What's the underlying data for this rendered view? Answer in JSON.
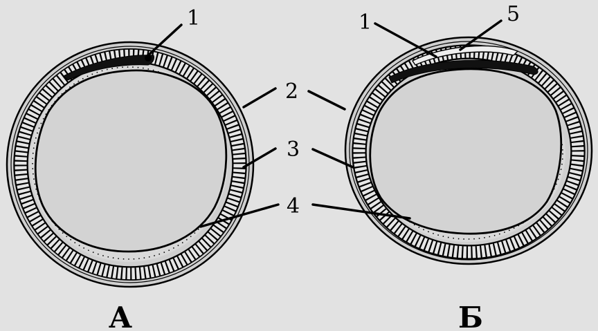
{
  "figures": [
    {
      "caption": "А",
      "labels": {
        "n1": "1",
        "n2": "2",
        "n3": "3",
        "n4": "4"
      }
    },
    {
      "caption": "Б",
      "labels": {
        "n1": "1",
        "n2": "2",
        "n3": "3",
        "n4": "4",
        "n5": "5"
      }
    }
  ],
  "colors": {
    "background": "#e2e2e2",
    "lumen": "#d3d3d3",
    "wall": "#c9c9c9",
    "lines": "#000000"
  }
}
